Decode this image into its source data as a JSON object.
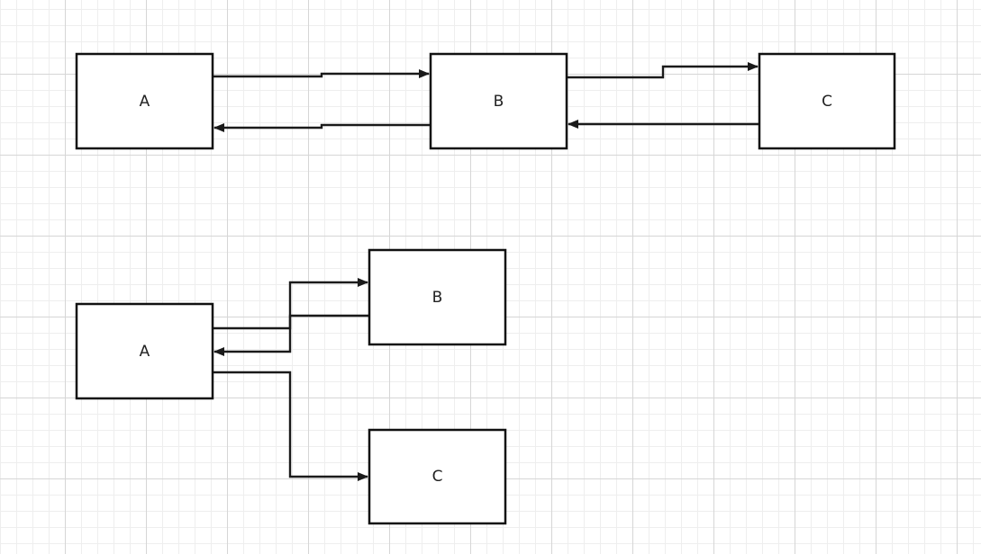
{
  "diagram_top": {
    "node_a": {
      "label": "A"
    },
    "node_b": {
      "label": "B"
    },
    "node_c": {
      "label": "C"
    }
  },
  "diagram_bottom": {
    "node_a": {
      "label": "A"
    },
    "node_b": {
      "label": "B"
    },
    "node_c": {
      "label": "C"
    }
  },
  "colors": {
    "stroke": "#111111",
    "grid_major": "#d6d6d6",
    "grid_minor": "#eeeeee",
    "background": "#ffffff"
  }
}
